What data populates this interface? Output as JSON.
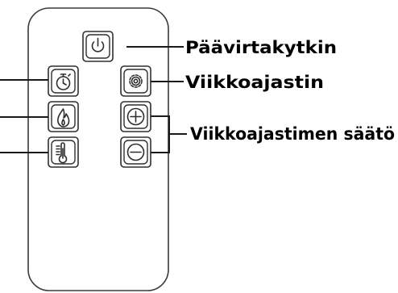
{
  "labels": {
    "power": "Päävirtakytkin",
    "timer": "Viikkoajastin",
    "timer_adjust": "Viikkoajastimen säätö"
  },
  "buttons": [
    {
      "name": "power-button",
      "icon": "power-icon"
    },
    {
      "name": "timer-button",
      "icon": "clock-icon"
    },
    {
      "name": "settings-button",
      "icon": "gear-icon"
    },
    {
      "name": "flame-button",
      "icon": "flame-icon"
    },
    {
      "name": "plus-button",
      "icon": "plus-icon"
    },
    {
      "name": "temperature-button",
      "icon": "thermometer-icon"
    },
    {
      "name": "minus-button",
      "icon": "minus-icon"
    }
  ],
  "colors": {
    "outline": "#2e2e2e",
    "text": "#000000",
    "background": "#ffffff"
  }
}
